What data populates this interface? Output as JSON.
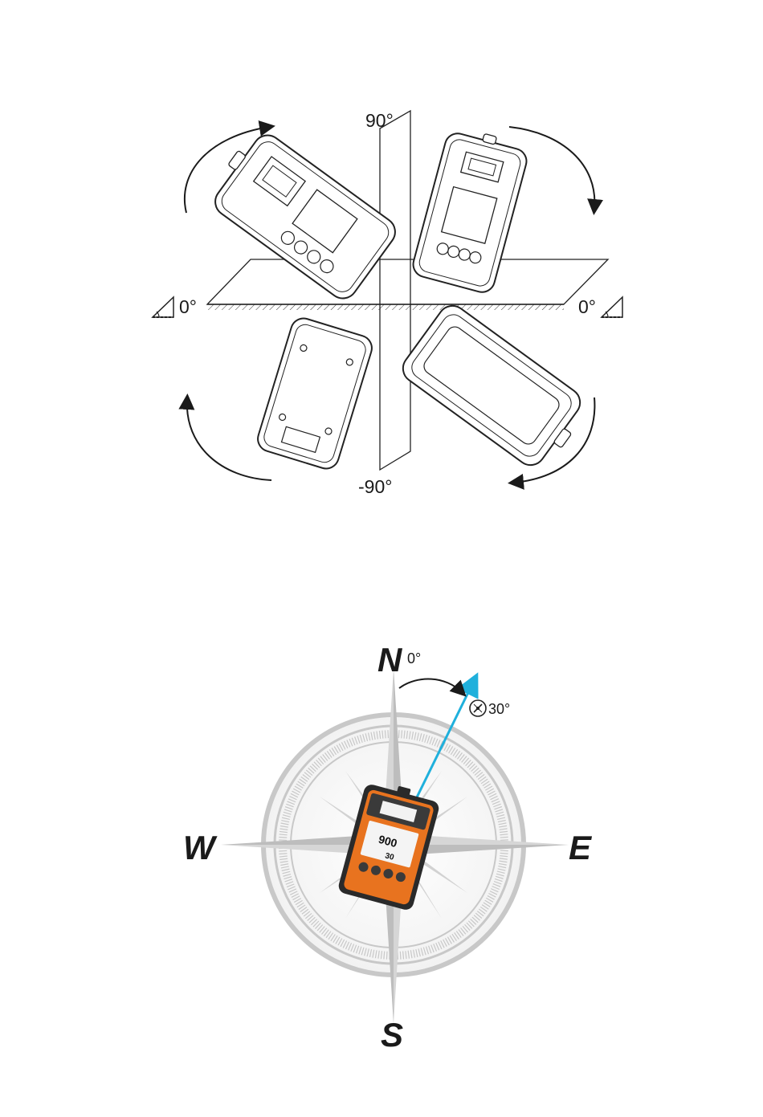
{
  "inclination_diagram": {
    "label_top": "90°",
    "label_bottom": "-90°",
    "label_left": "0°",
    "label_right": "0°",
    "icons": [
      "slope-angle-icon",
      "slope-angle-icon",
      "rotate-arrow-icon"
    ]
  },
  "compass_diagram": {
    "north": "N",
    "south": "S",
    "east": "E",
    "west": "W",
    "north_angle": "0°",
    "heading_angle": "30°",
    "device_reading": "900",
    "device_sub_reading": "30",
    "colors": {
      "heading_arrow": "#1fb0dc",
      "device_accent": "#e8731f",
      "device_body": "#2a2a2a",
      "compass_rose": "#c8c8c8"
    },
    "icons": [
      "compass-icon",
      "rotate-arrow-icon"
    ]
  }
}
